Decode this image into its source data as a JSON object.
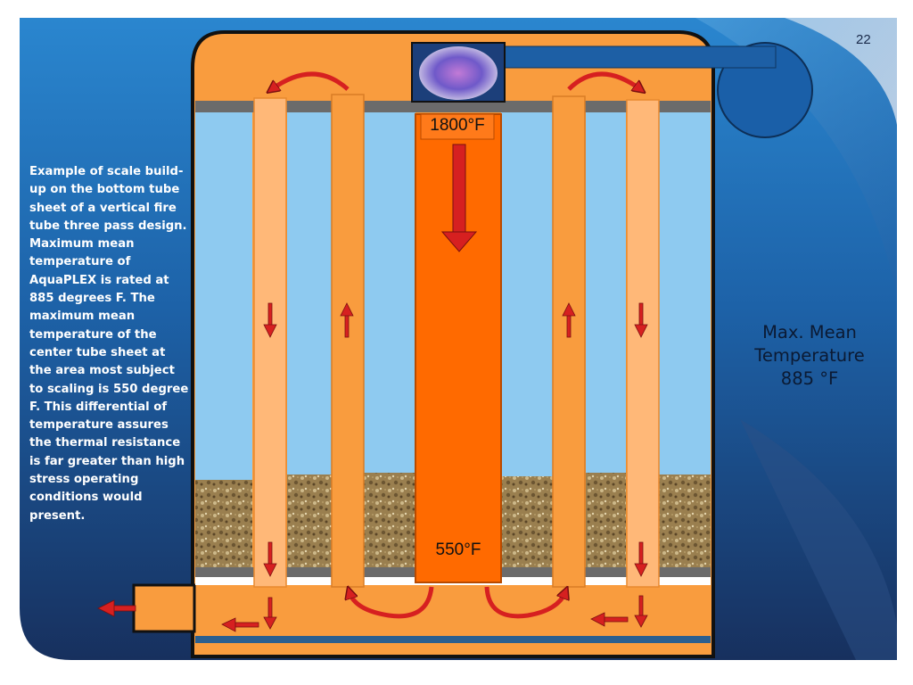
{
  "slide": {
    "page_number": "22",
    "caption": "Example of scale build-up on the bottom tube sheet of a vertical fire tube three pass design. Maximum  mean temperature of AquaPLEX is rated at 885 degrees F.  The maximum mean temperature of the center tube sheet at the area most subject to scaling is 550 degree F.  This differential of temperature assures the thermal resistance is far greater than high stress operating conditions would present.",
    "max_mean_line1": "Max. Mean",
    "max_mean_line2": "Temperature",
    "max_mean_line3": "885 °F"
  },
  "diagram": {
    "top_temperature": "1800°F",
    "bottom_temperature": "550°F"
  },
  "colors": {
    "slide_blue": "#1f6fb8",
    "boiler_orange": "#f99c3e",
    "water_blue": "#8ecaf0",
    "furnace_orange": "#ff6a00",
    "arrow_red": "#d62020"
  }
}
